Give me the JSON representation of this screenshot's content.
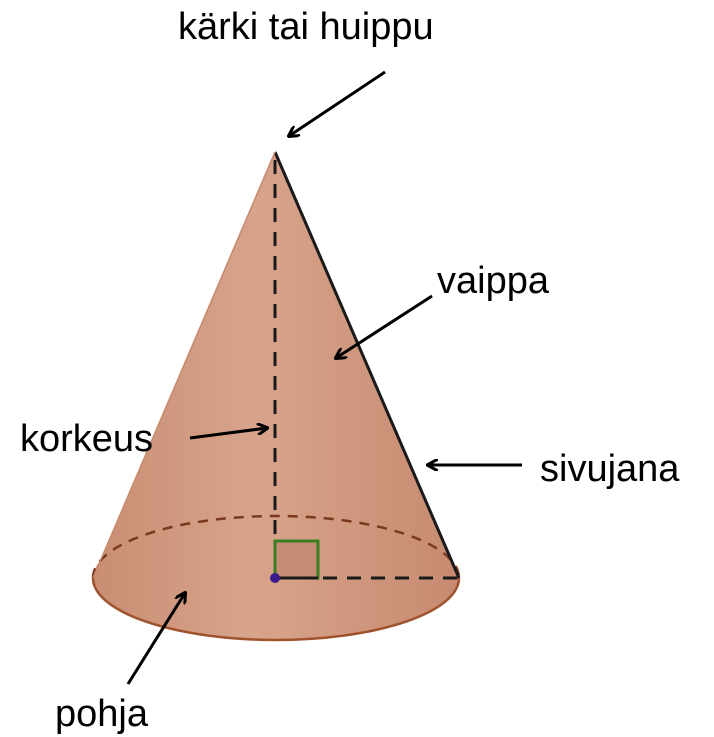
{
  "labels": {
    "apex": "kärki tai huippu",
    "lateral_surface": "vaippa",
    "height": "korkeus",
    "slant_height": "sivujana",
    "base": "pohja"
  },
  "colors": {
    "cone_fill": "#d39d83",
    "cone_fill_dark": "#b87b62",
    "base_fill": "#dc9d80",
    "base_outline": "#a0522d",
    "dashed_edge": "#7a3a1e",
    "right_angle": "#3a7d1e",
    "center_point": "#3a1a8c",
    "text": "#000000"
  }
}
